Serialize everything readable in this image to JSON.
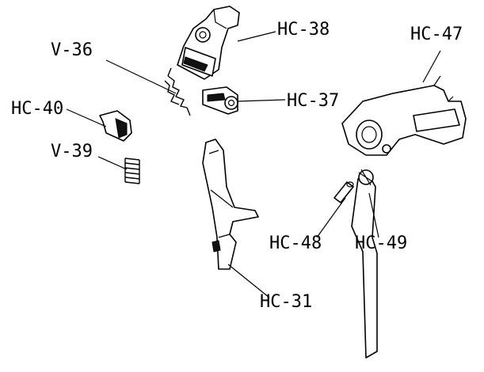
{
  "labels": {
    "hc38": "HC-38",
    "v36": "V-36",
    "hc40": "HC-40",
    "v39": "V-39",
    "hc37": "HC-37",
    "hc47": "HC-47",
    "hc48": "HC-48",
    "hc49": "HC-49",
    "hc31": "HC-31"
  }
}
